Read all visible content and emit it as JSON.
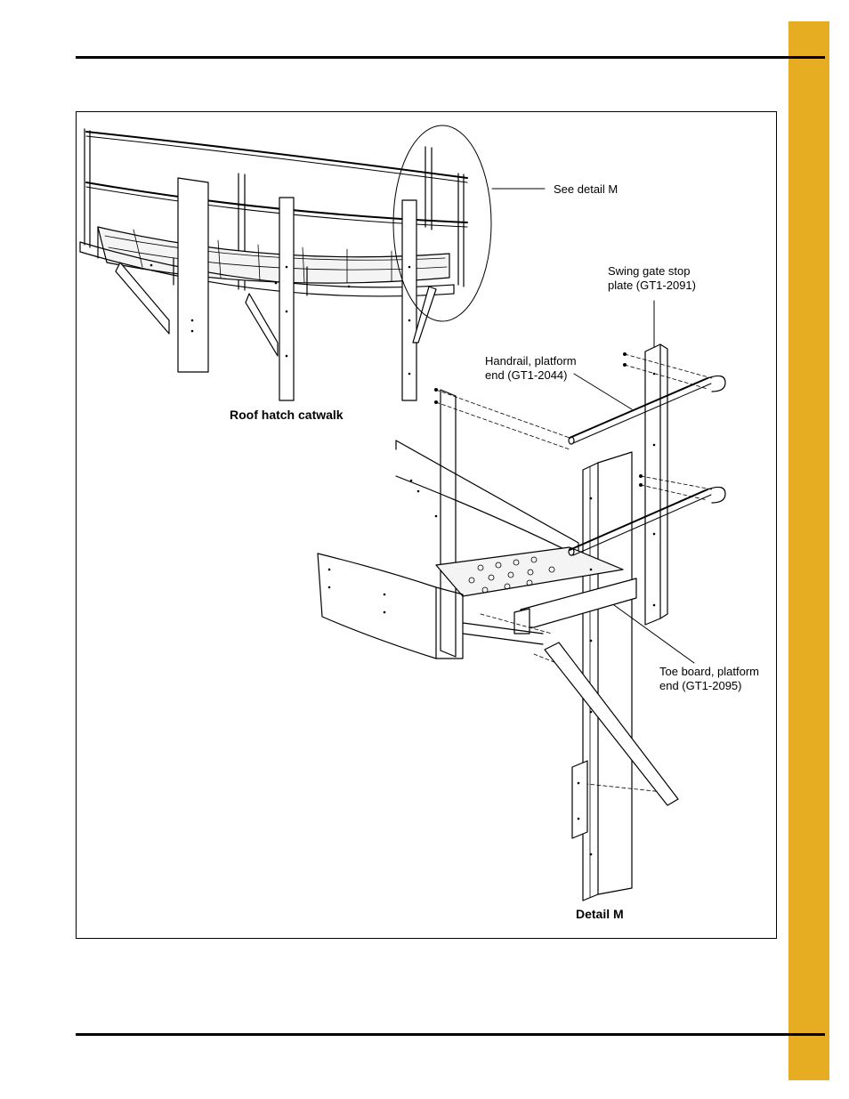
{
  "labels": {
    "see_detail": "See detail M",
    "stop_plate_l1": "Swing gate stop",
    "stop_plate_l2": "plate (GT1-2091)",
    "handrail_l1": "Handrail, platform",
    "handrail_l2": "end (GT1-2044)",
    "toe_board_l1": "Toe board, platform",
    "toe_board_l2": "end (GT1-2095)",
    "catwalk_caption": "Roof hatch catwalk",
    "detail_caption": "Detail M"
  },
  "colors": {
    "accent_tab": "#e7ad22",
    "line": "#000000"
  }
}
